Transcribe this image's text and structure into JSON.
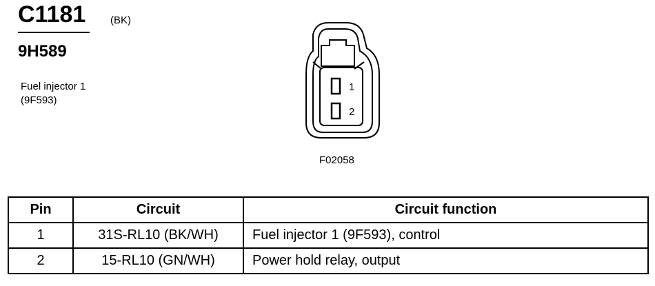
{
  "connector": {
    "id": "C1181",
    "color": "(BK)",
    "part_number": "9H589",
    "component_name": "Fuel injector 1",
    "component_code": "(9F593)"
  },
  "diagram": {
    "figure_id": "F02058",
    "pin_labels": [
      "1",
      "2"
    ]
  },
  "table": {
    "headers": {
      "pin": "Pin",
      "circuit": "Circuit",
      "function": "Circuit function"
    },
    "rows": [
      {
        "pin": "1",
        "circuit": "31S-RL10 (BK/WH)",
        "function": "Fuel injector 1 (9F593), control"
      },
      {
        "pin": "2",
        "circuit": "15-RL10 (GN/WH)",
        "function": "Power hold relay, output"
      }
    ]
  }
}
